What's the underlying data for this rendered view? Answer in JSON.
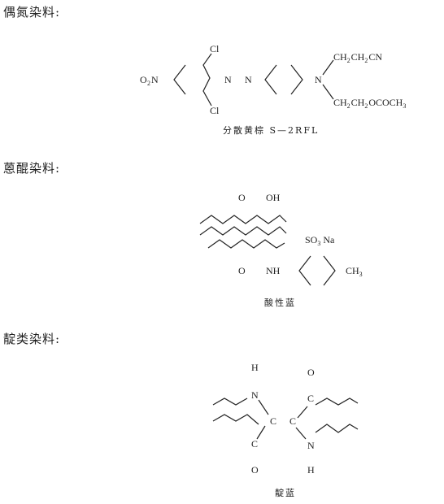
{
  "sections": [
    {
      "heading": "偶氮染料:",
      "caption": "分散黄棕 S—2RFL",
      "labels": {
        "o2n_o": "O",
        "o2n_2": "2",
        "o2n_n": "N",
        "cl_top": "Cl",
        "cl_bottom": "Cl",
        "azo_n1": "N",
        "azo_n2": "N",
        "amine_n": "N",
        "upper_chain": [
          "CH",
          "2",
          "CH",
          "2",
          "CN"
        ],
        "lower_chain": [
          "CH",
          "2",
          "CH",
          "2",
          "OCOCH",
          "3"
        ]
      }
    },
    {
      "heading": "蒽醌染料:",
      "caption": "酸性蓝",
      "labels": {
        "o_top": "O",
        "oh": "OH",
        "so3na": [
          "SO",
          "3",
          "Na"
        ],
        "o_bottom": "O",
        "nh": "NH",
        "ch3": [
          "CH",
          "3"
        ]
      }
    },
    {
      "heading": "靛类染料:",
      "caption": "靛蓝",
      "labels": {
        "h_top": "H",
        "n_left": "N",
        "c_mid_left": "C",
        "c_bottom": "C",
        "o_bottom": "O",
        "o_top": "O",
        "c_top": "C",
        "c_mid_right": "C",
        "n_right": "N",
        "h_bottom": "H"
      }
    }
  ]
}
